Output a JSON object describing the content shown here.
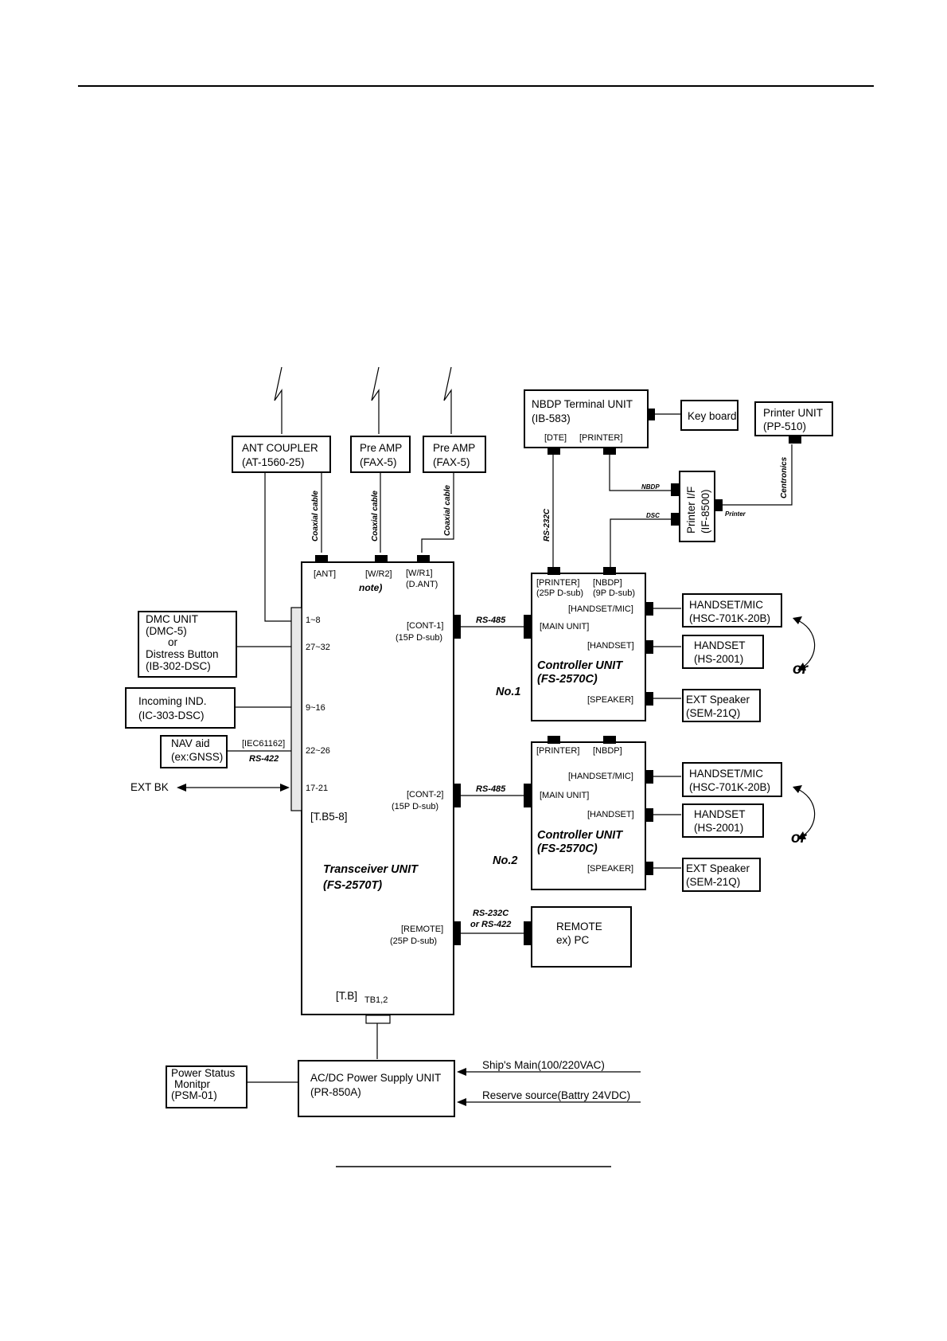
{
  "diagram": {
    "antenna_coupler": {
      "name": "ANT COUPLER",
      "model": "(AT-1560-25)"
    },
    "pre_amp_1": {
      "name": "Pre AMP",
      "model": "(FAX-5)"
    },
    "pre_amp_2": {
      "name": "Pre AMP",
      "model": "(FAX-5)"
    },
    "coaxial_label": "Coaxial cable",
    "nbdp_terminal": {
      "name": "NBDP Terminal UNIT",
      "model": "(IB-583)",
      "port_dte": "[DTE]",
      "port_printer": "[PRINTER]"
    },
    "keyboard": "Key board",
    "printer_unit": {
      "name": "Printer UNIT",
      "model": "(PP-510)"
    },
    "printer_if": {
      "name": "Printer I/F",
      "model": "(IF-8500)"
    },
    "labels": {
      "nbdp": "NBDP",
      "dsc": "DSC",
      "printer": "Printer",
      "centronics": "Centronics",
      "rs232c": "RS-232C",
      "rs485_1": "RS-485",
      "rs485_2": "RS-485",
      "rs232c_or": "RS-232C",
      "or_rs422": "or RS-422",
      "rs422": "RS-422",
      "iec": "[IEC61162]",
      "no1": "No.1",
      "no2": "No.2",
      "or1": "or",
      "or2": "or",
      "ext_bk": "EXT BK",
      "tb": "[T.B]",
      "tb12": "TB1,2",
      "tb5": "[T.B5-8]"
    },
    "transceiver": {
      "name": "Transceiver UNIT",
      "model": "(FS-2570T)",
      "port_ant": "[ANT]",
      "port_wr2": "[W/R2]",
      "port_wr1": "[W/R1]",
      "port_dant": "(D.ANT)",
      "note": "note)",
      "cont1": "[CONT-1]",
      "cont1_sub": "(15P D-sub)",
      "cont2": "[CONT-2]",
      "cont2_sub": "(15P D-sub)",
      "remote": "[REMOTE]",
      "remote_sub": "(25P D-sub)"
    },
    "terminal_pins": [
      "1~8",
      "27~32",
      "9~16",
      "22~26",
      "17-21"
    ],
    "dmc_unit": {
      "l1": "DMC UNIT",
      "l2": "(DMC-5)",
      "l3": "or",
      "l4": "Distress Button",
      "l5": "(IB-302-DSC)"
    },
    "incoming_ind": {
      "name": "Incoming IND.",
      "model": "(IC-303-DSC)"
    },
    "nav_aid": {
      "name": "NAV aid",
      "model": "(ex:GNSS)"
    },
    "controller_1": {
      "name": "Controller UNIT",
      "model": "(FS-2570C)",
      "port_printer": "[PRINTER]",
      "port_printer_sub": "(25P D-sub)",
      "port_nbdp": "[NBDP]",
      "port_nbdp_sub": "(9P D-sub)",
      "port_handset_mic": "[HANDSET/MIC]",
      "port_main": "[MAIN UNIT]",
      "port_handset": "[HANDSET]",
      "port_speaker": "[SPEAKER]"
    },
    "controller_2": {
      "name": "Controller UNIT",
      "model": "(FS-2570C)",
      "port_printer": "[PRINTER]",
      "port_nbdp": "[NBDP]",
      "port_handset_mic": "[HANDSET/MIC]",
      "port_main": "[MAIN UNIT]",
      "port_handset": "[HANDSET]",
      "port_speaker": "[SPEAKER]"
    },
    "handset_mic_1": {
      "name": "HANDSET/MIC",
      "model": "(HSC-701K-20B)"
    },
    "handset_1": {
      "name": "HANDSET",
      "model": "(HS-2001)"
    },
    "speaker_1": {
      "name": "EXT Speaker",
      "model": "(SEM-21Q)"
    },
    "handset_mic_2": {
      "name": "HANDSET/MIC",
      "model": "(HSC-701K-20B)"
    },
    "handset_2": {
      "name": "HANDSET",
      "model": "(HS-2001)"
    },
    "speaker_2": {
      "name": "EXT Speaker",
      "model": "(SEM-21Q)"
    },
    "remote": {
      "name": "REMOTE",
      "model": "ex) PC"
    },
    "power_status": {
      "l1": "Power Status",
      "l2": "Monitpr",
      "l3": "(PSM-01)"
    },
    "power_supply": {
      "name": "AC/DC Power Supply UNIT",
      "model": "(PR-850A)"
    },
    "ships_main": "Ship's Main(100/220VAC)",
    "reserve_source": "Reserve source(Battry 24VDC)"
  }
}
